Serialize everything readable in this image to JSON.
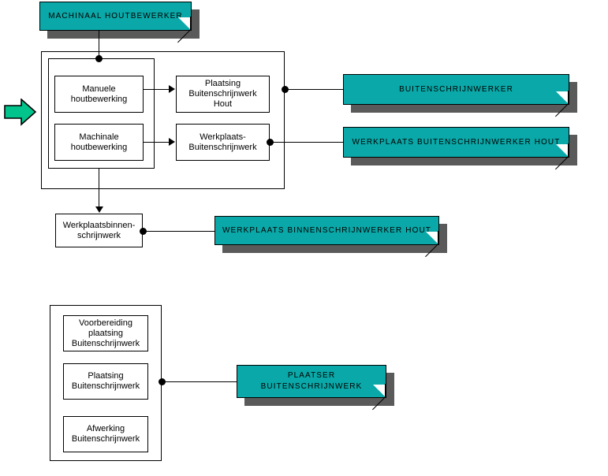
{
  "diagram": {
    "title_node": {
      "label": "MACHINAAL HOUTBEWERKER"
    },
    "competence_nodes": [
      {
        "id": "manuele",
        "label": "Manuele\nhoutbewerking"
      },
      {
        "id": "machinale",
        "label": "Machinale\nhoutbewerking"
      },
      {
        "id": "plaatsing",
        "label": "Plaatsing\nBuitenschrijnwerk\nHout"
      },
      {
        "id": "werkplaats",
        "label": "Werkplaats-\nBuitenschrijnwerk"
      },
      {
        "id": "werkplaatsbinnen",
        "label": "Werkplaatsbinnen-\nschrijnwerk"
      },
      {
        "id": "voorbereiding",
        "label": "Voorbereiding\nplaatsing\nBuitenschrijnwerk"
      },
      {
        "id": "plaatsing2",
        "label": "Plaatsing\nBuitenschrijnwerk"
      },
      {
        "id": "afwerking",
        "label": "Afwerking\nBuitenschrijnwerk"
      }
    ],
    "profile_nodes": [
      {
        "id": "buitenschrijnwerker",
        "label": "BUITENSCHRIJNWERKER"
      },
      {
        "id": "werkplaats_buiten",
        "label": "WERKPLAATS BUITENSCHRIJNWERKER  HOUT"
      },
      {
        "id": "werkplaats_binnen",
        "label": "WERKPLAATS BINNENSCHRIJNWERKER  HOUT"
      },
      {
        "id": "plaatser",
        "label": "PLAATSER\nBUITENSCHRIJNWERK"
      }
    ],
    "colors": {
      "profile_fill": "#0AA8A8",
      "profile_shadow": "#5A5A5A",
      "arrow_fill": "#00C48C",
      "line": "#000000",
      "node_fill": "#FFFFFF"
    },
    "icons": {
      "input_arrow": "right-arrow-icon"
    }
  }
}
